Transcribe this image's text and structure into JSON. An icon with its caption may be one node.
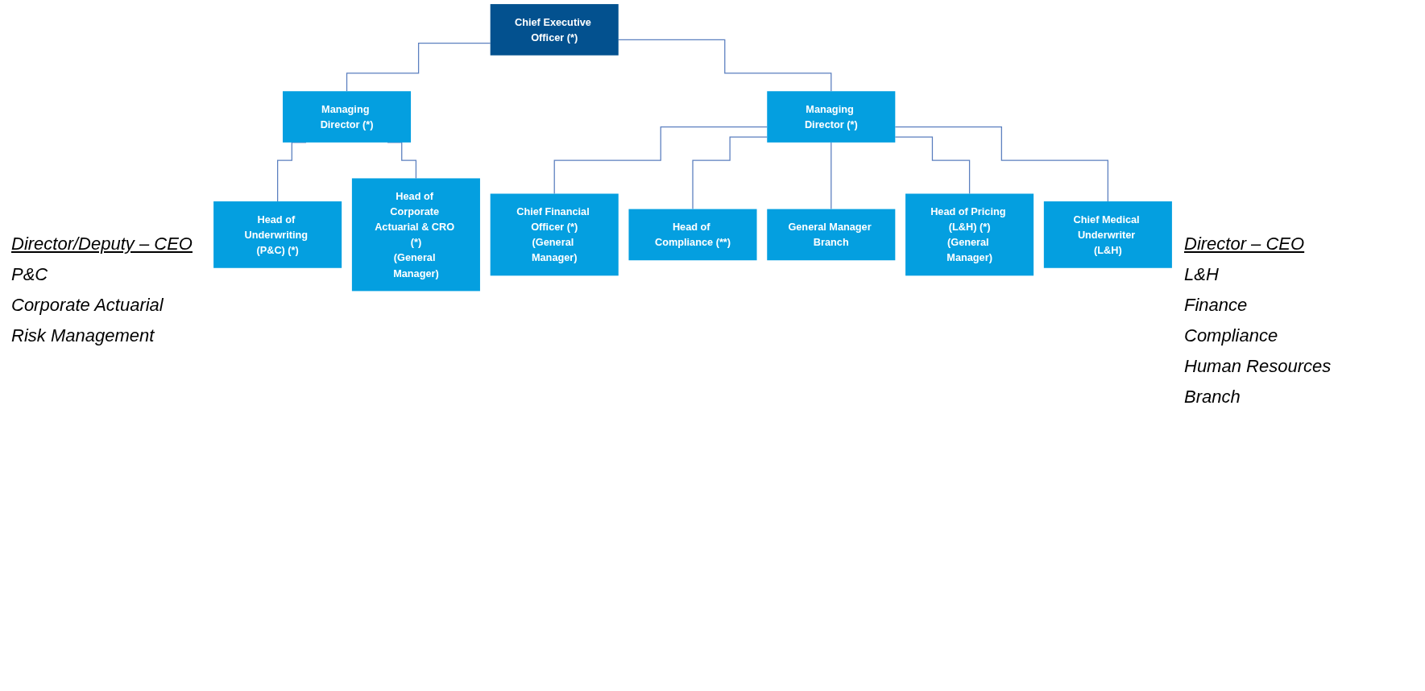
{
  "diagram": {
    "nodes": [
      {
        "text": [
          "Chief Executive Officer (*)"
        ]
      },
      {
        "text": [
          "Managing Director (*)"
        ]
      },
      {
        "text": [
          "Managing Director (*)"
        ]
      },
      {
        "text": [
          "Head of Underwriting (P&C) (*)"
        ]
      },
      {
        "text": [
          "Head of Corporate Actuarial & CRO (*)",
          "(General Manager)"
        ]
      },
      {
        "text": [
          "Chief Financial Officer (*)",
          "(General Manager)"
        ]
      },
      {
        "text": [
          "Head of Compliance (**)"
        ]
      },
      {
        "text": [
          "General Manager Branch"
        ]
      },
      {
        "text": [
          "Head of Pricing (L&H) (*)",
          "(General Manager)"
        ]
      },
      {
        "text": [
          "Chief Medical Underwriter (L&H)"
        ]
      }
    ],
    "edges": [
      {
        "from": 0,
        "to": 1,
        "arrow": "none"
      },
      {
        "from": 0,
        "to": 2,
        "arrow": "none"
      },
      {
        "from": 1,
        "to": 3,
        "arrow": "none"
      },
      {
        "from": 1,
        "to": 4,
        "arrow": "none"
      },
      {
        "from": 2,
        "to": 5,
        "arrow": "none"
      },
      {
        "from": 2,
        "to": 6,
        "arrow": "none"
      },
      {
        "from": 2,
        "to": 7,
        "arrow": "none"
      },
      {
        "from": 2,
        "to": 8,
        "arrow": "none"
      },
      {
        "from": 2,
        "to": 9,
        "arrow": "none"
      }
    ],
    "labels": [
      "Director/Deputy – CEO",
      "P&C",
      "Corporate Actuarial",
      "Risk Management",
      "Director – CEO",
      "L&H",
      "Finance",
      "Compliance",
      "Human Resources",
      "Branch"
    ]
  }
}
